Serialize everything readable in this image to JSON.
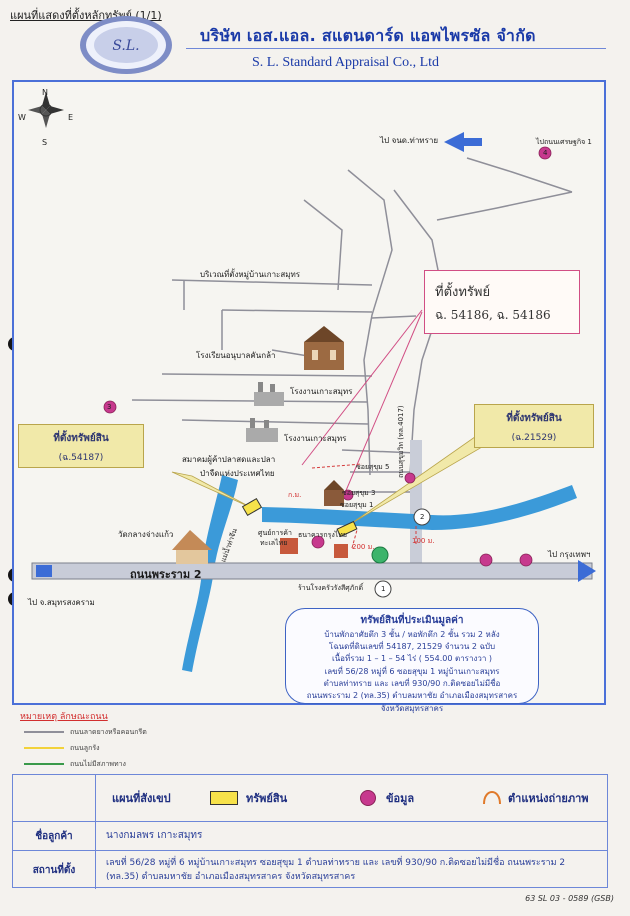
{
  "page": {
    "caption": "แผนที่แสดงที่ตั้งหลักทรัพย์ (1/1)"
  },
  "company": {
    "logo_text": "S.L.",
    "name_th": "บริษัท เอส.แอล. สแตนดาร์ด แอพไพรซัล จำกัด",
    "name_en": "S. L. Standard Appraisal Co., Ltd"
  },
  "compass": {
    "n": "N",
    "s": "S",
    "e": "E",
    "w": "W"
  },
  "map": {
    "road_main": "ถนนพระราม 2",
    "dest_right": "ไป กรุงเทพฯ",
    "dest_left": "ไป จ.สมุทรสงคราม",
    "dest_top": "ไป จนด.ท่าทราย",
    "village_area": "บริเวณที่ตั้งหมู่บ้านเกาะสมุทร",
    "school": "โรงเรียนอนุบาลคันกล้า",
    "factory1": "โรงงานเกาะสมุทร",
    "factory2": "โรงงานเกาะสมุทร",
    "association": "สมาคมผู้ค้าปลาสดและปลา",
    "association2": "ป่าจืดแห่งประเทศไทย",
    "temple": "วัดกลางจ่างแก้ว",
    "canal": "แม่น้ำท่าจีน",
    "center": "ศูนย์การค้า",
    "center2": "ทะเลไทย",
    "bank": "ธนาคารกรุงไทย",
    "soi5": "ซอยสุขุม 5",
    "soi3": "ซอยสุขุม 3",
    "soi1": "ซอยสุขุม 1",
    "shop": "ร้านโรงครัวรังสีศุภักดิ์",
    "road_side": "ถนนสุขุมวิท (ทล.4017)",
    "dist1": "200 ม.",
    "dist2": "100 ม.",
    "km": "ก.ม.",
    "top_right_note": "ไปถนนเศรษฐกิจ 1",
    "num1": "1",
    "num2": "2",
    "num3": "3",
    "num4": "4",
    "cam2": "2"
  },
  "asset_left": {
    "title": "ที่ตั้งทรัพย์สิน",
    "sub": "(ฉ.54187)"
  },
  "asset_right": {
    "title": "ที่ตั้งทรัพย์สิน",
    "sub": "(ฉ.21529)"
  },
  "handnote": {
    "line1": "ที่ตั้งทรัพย์",
    "line2": "ฉ. 54186, ฉ. 54186"
  },
  "info": {
    "title": "ทรัพย์สินที่ประเมินมูลค่า",
    "l1": "บ้านพักอาศัยตึก 3 ชั้น / หอพักตึก 2 ชั้น รวม 2 หลัง",
    "l2": "โฉนดที่ดินเลขที่ 54187, 21529 จำนวน 2 ฉบับ",
    "l3": "เนื้อที่รวม 1 – 1 – 54 ไร่ ( 554.00 ตารางวา )",
    "l4": "เลขที่ 56/28 หมู่ที่ 6 ซอยสุขุม 1 หมู่บ้านเกาะสมุทร",
    "l5": "ตำบลท่าทราย และ เลขที่ 930/90 ก.ติดซอยไม่มีชื่อ",
    "l6": "ถนนพระราม 2 (ทล.35) ตำบลมหาชัย อำเภอเมืองสมุทรสาคร",
    "l7": "จังหวัดสมุทรสาคร"
  },
  "legend": {
    "title": "หมายเหตุ ลักษณะถนน",
    "r1": "ถนนลาดยางหรือคอนกรีต",
    "r2": "ถนนลูกรัง",
    "r3": "ถนนไม่มีสภาพทาง"
  },
  "table": {
    "row1_head": "แผนที่สังเขป",
    "asset_label": "ทรัพย์สิน",
    "data_label": "ข้อมูล",
    "photo_label": "ตำแหน่งถ่ายภาพ",
    "client_head": "ชื่อลูกค้า",
    "client_val": "นางกมลพร เกาะสมุทร",
    "loc_head": "สถานที่ตั้ง",
    "loc_val1": "เลขที่ 56/28  หมู่ที่ 6  หมู่บ้านเกาะสมุทร ซอยสุขุม 1  ตำบลท่าทราย และ เลขที่  930/90 ก.ติดซอยไม่มีชื่อ ถนนพระราม 2",
    "loc_val2": "(ทล.35) ตำบลมหาชัย   อำเภอเมืองสมุทรสาคร  จังหวัดสมุทรสาคร"
  },
  "footer": "63 SL 03 - 0589 (GSB)",
  "colors": {
    "blue": "#1a3aa8",
    "road": "#bfc4d2",
    "canal": "#3b9ad9",
    "marker": "#c7398e",
    "box": "#f1e9a9"
  }
}
